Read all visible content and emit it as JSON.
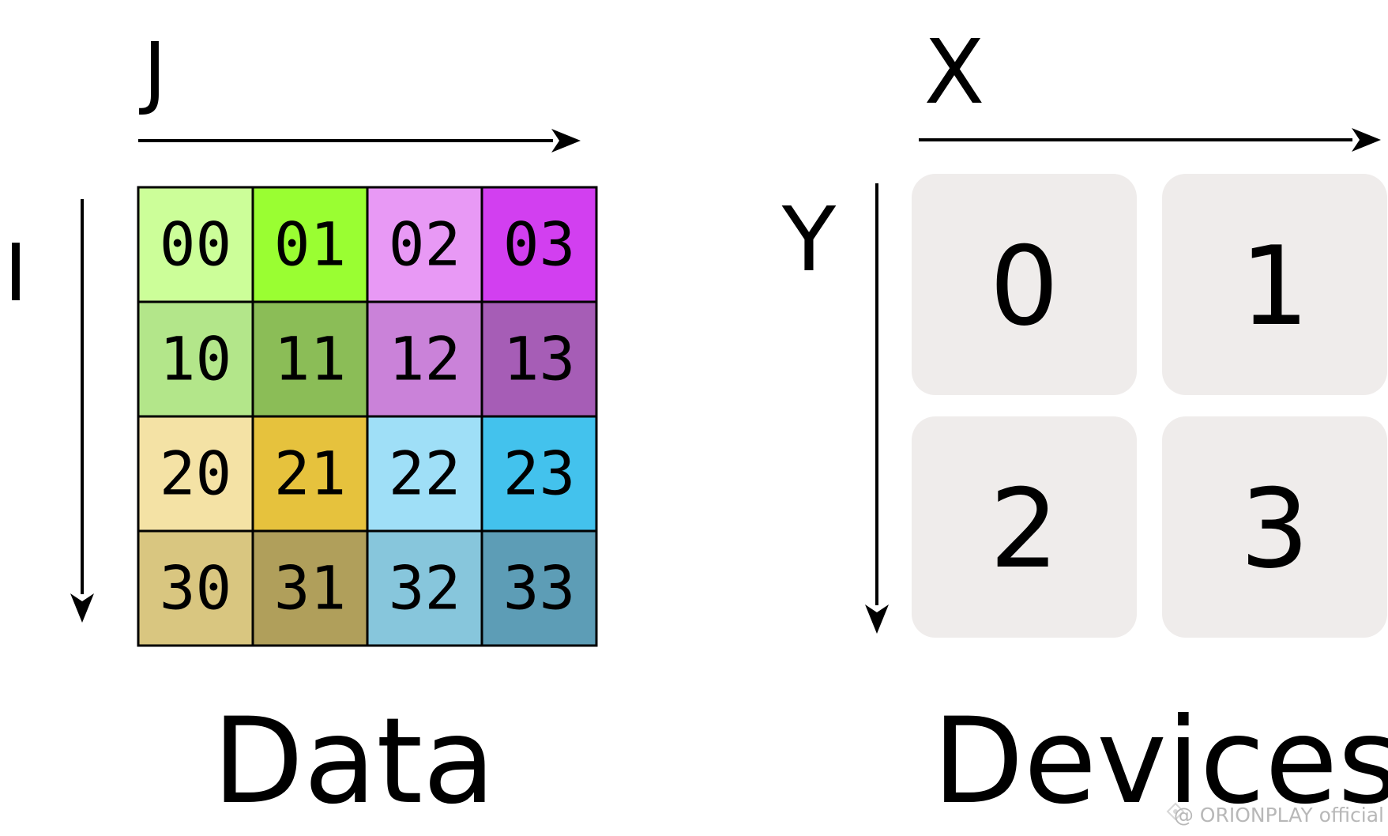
{
  "data_panel": {
    "axis_col_label": "J",
    "axis_row_label": "I",
    "caption": "Data",
    "grid": [
      [
        {
          "label": "00",
          "color": "#ccfe99"
        },
        {
          "label": "01",
          "color": "#9afe32"
        },
        {
          "label": "02",
          "color": "#e899f5"
        },
        {
          "label": "03",
          "color": "#d23ff0"
        }
      ],
      [
        {
          "label": "10",
          "color": "#b3e68a"
        },
        {
          "label": "11",
          "color": "#8bbd57"
        },
        {
          "label": "12",
          "color": "#ca82d9"
        },
        {
          "label": "13",
          "color": "#a65db6"
        }
      ],
      [
        {
          "label": "20",
          "color": "#f4e2a5"
        },
        {
          "label": "21",
          "color": "#e6c23d"
        },
        {
          "label": "22",
          "color": "#9fdff7"
        },
        {
          "label": "23",
          "color": "#43c2ed"
        }
      ],
      [
        {
          "label": "30",
          "color": "#d9c680"
        },
        {
          "label": "31",
          "color": "#b09f5b"
        },
        {
          "label": "32",
          "color": "#87c6dc"
        },
        {
          "label": "33",
          "color": "#5d9db6"
        }
      ]
    ]
  },
  "devices_panel": {
    "axis_col_label": "X",
    "axis_row_label": "Y",
    "caption": "Devices",
    "tile_color": "#efeceb",
    "grid": [
      [
        {
          "label": "0"
        },
        {
          "label": "1"
        }
      ],
      [
        {
          "label": "2"
        },
        {
          "label": "3"
        }
      ]
    ]
  },
  "watermark": {
    "text": "@ ORIONPLAY official"
  }
}
